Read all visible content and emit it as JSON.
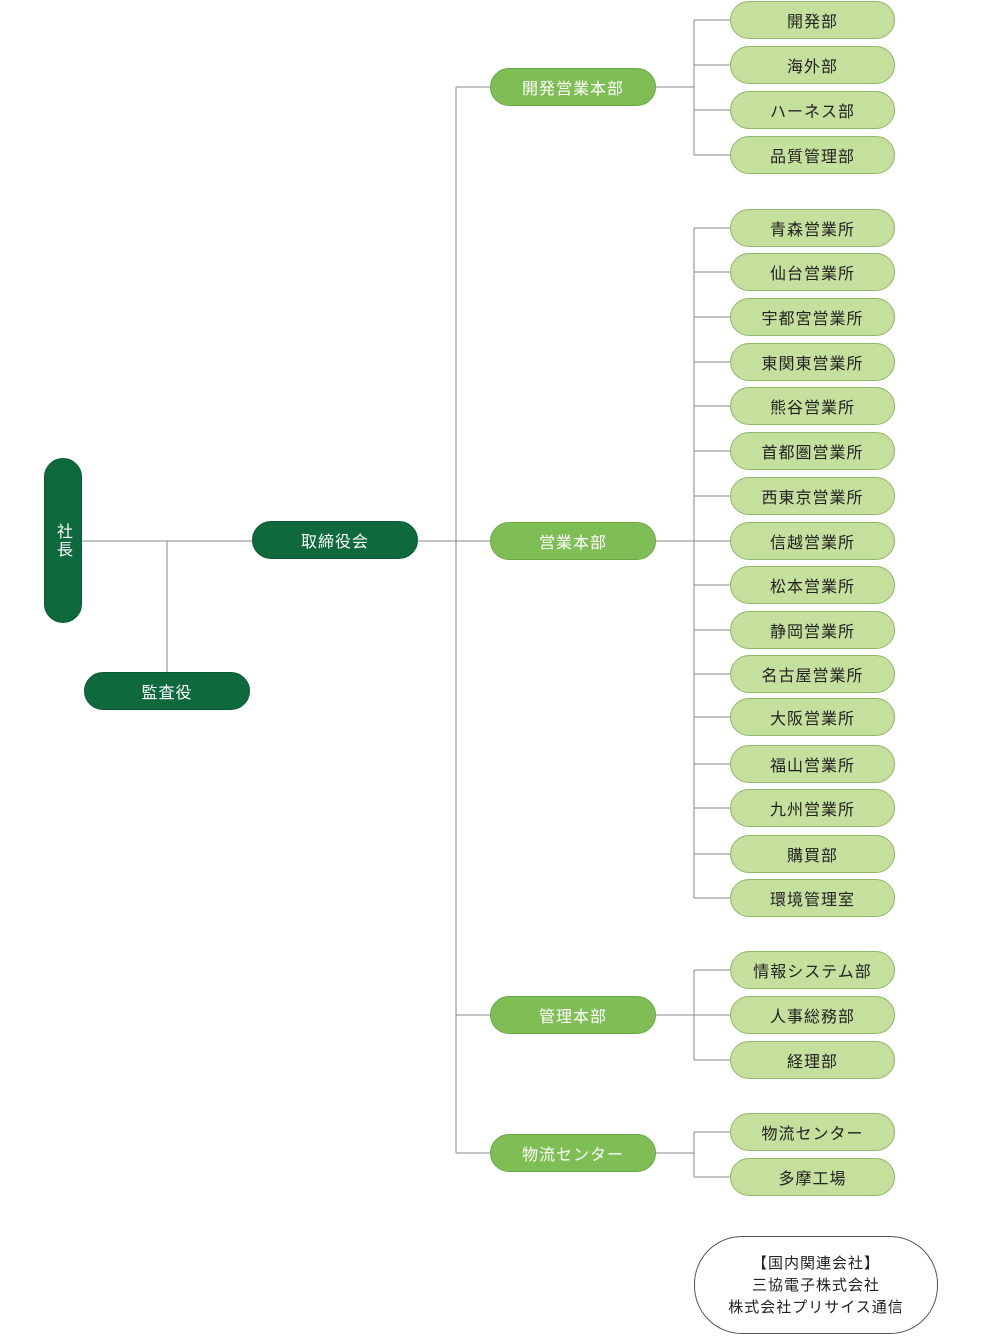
{
  "president": "社長",
  "board": "取締役会",
  "auditor": "監査役",
  "divisions": [
    {
      "label": "開発営業本部",
      "units": [
        "開発部",
        "海外部",
        "ハーネス部",
        "品質管理部"
      ]
    },
    {
      "label": "営業本部",
      "units": [
        "青森営業所",
        "仙台営業所",
        "宇都宮営業所",
        "東関東営業所",
        "熊谷営業所",
        "首都圏営業所",
        "西東京営業所",
        "信越営業所",
        "松本営業所",
        "静岡営業所",
        "名古屋営業所",
        "大阪営業所",
        "福山営業所",
        "九州営業所",
        "購買部",
        "環境管理室"
      ]
    },
    {
      "label": "管理本部",
      "units": [
        "情報システム部",
        "人事総務部",
        "経理部"
      ]
    },
    {
      "label": "物流センター",
      "units": [
        "物流センター",
        "多摩工場"
      ]
    }
  ],
  "affiliates": {
    "heading": "【国内関連会社】",
    "companies": [
      "三協電子株式会社",
      "株式会社プリサイス通信"
    ]
  },
  "colors": {
    "dark": "#0e6a3c",
    "mid": "#7fbd55",
    "light": "#c5df9c",
    "line": "#888888"
  }
}
